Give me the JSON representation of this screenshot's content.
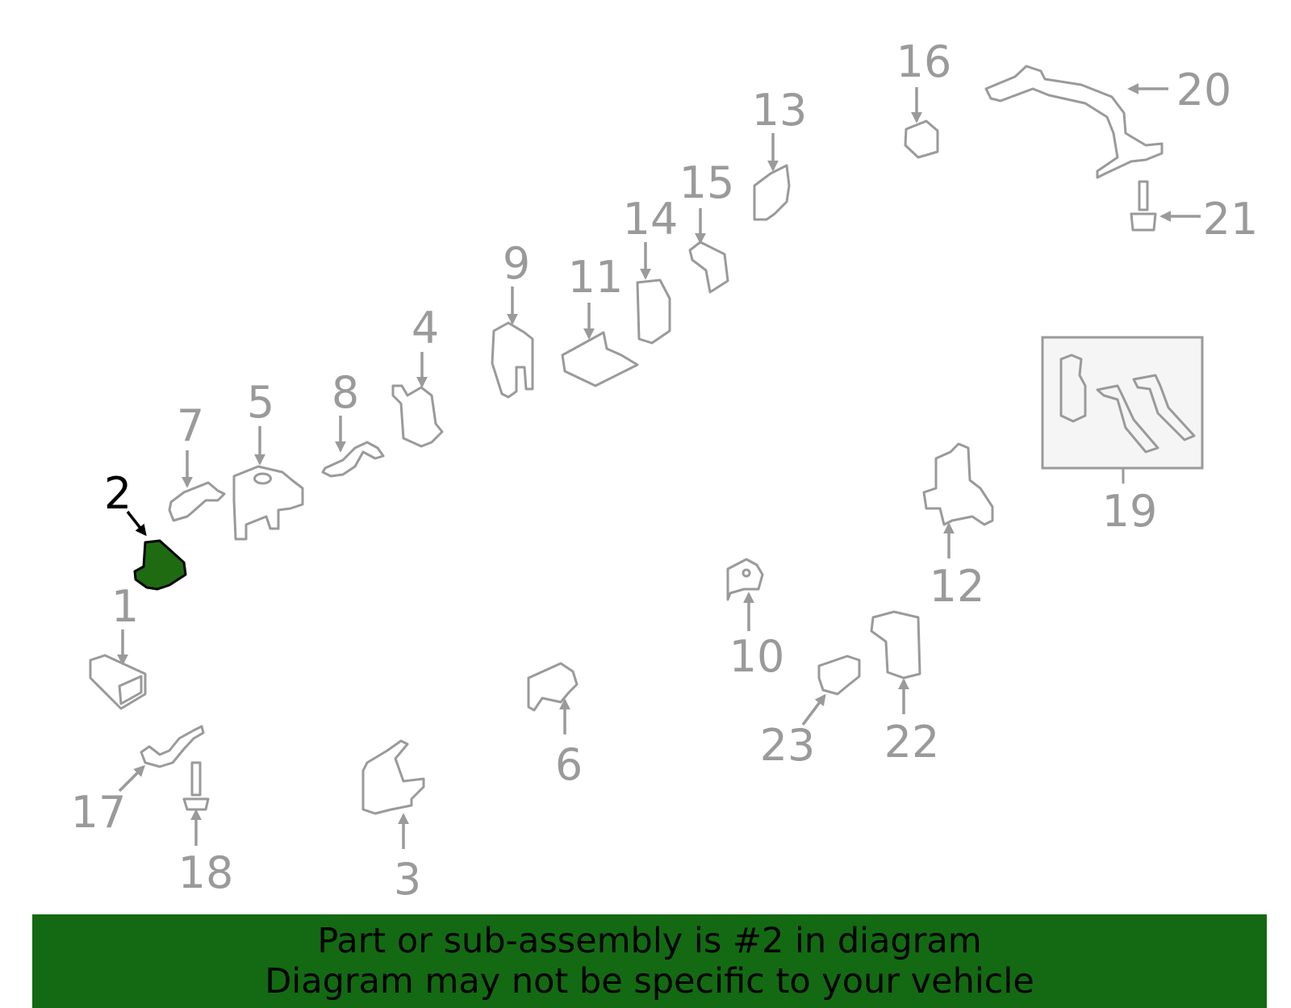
{
  "highlight_color": "#1e6b12",
  "banner_color": "#136a12",
  "highlighted_part": "2",
  "callouts": [
    "1",
    "2",
    "3",
    "4",
    "5",
    "6",
    "7",
    "8",
    "9",
    "10",
    "11",
    "12",
    "13",
    "14",
    "15",
    "16",
    "17",
    "18",
    "19",
    "20",
    "21",
    "22",
    "23"
  ],
  "banner": {
    "line1": "Part or sub-assembly is #2 in diagram",
    "line2": "Diagram may not be specific to your vehicle"
  }
}
